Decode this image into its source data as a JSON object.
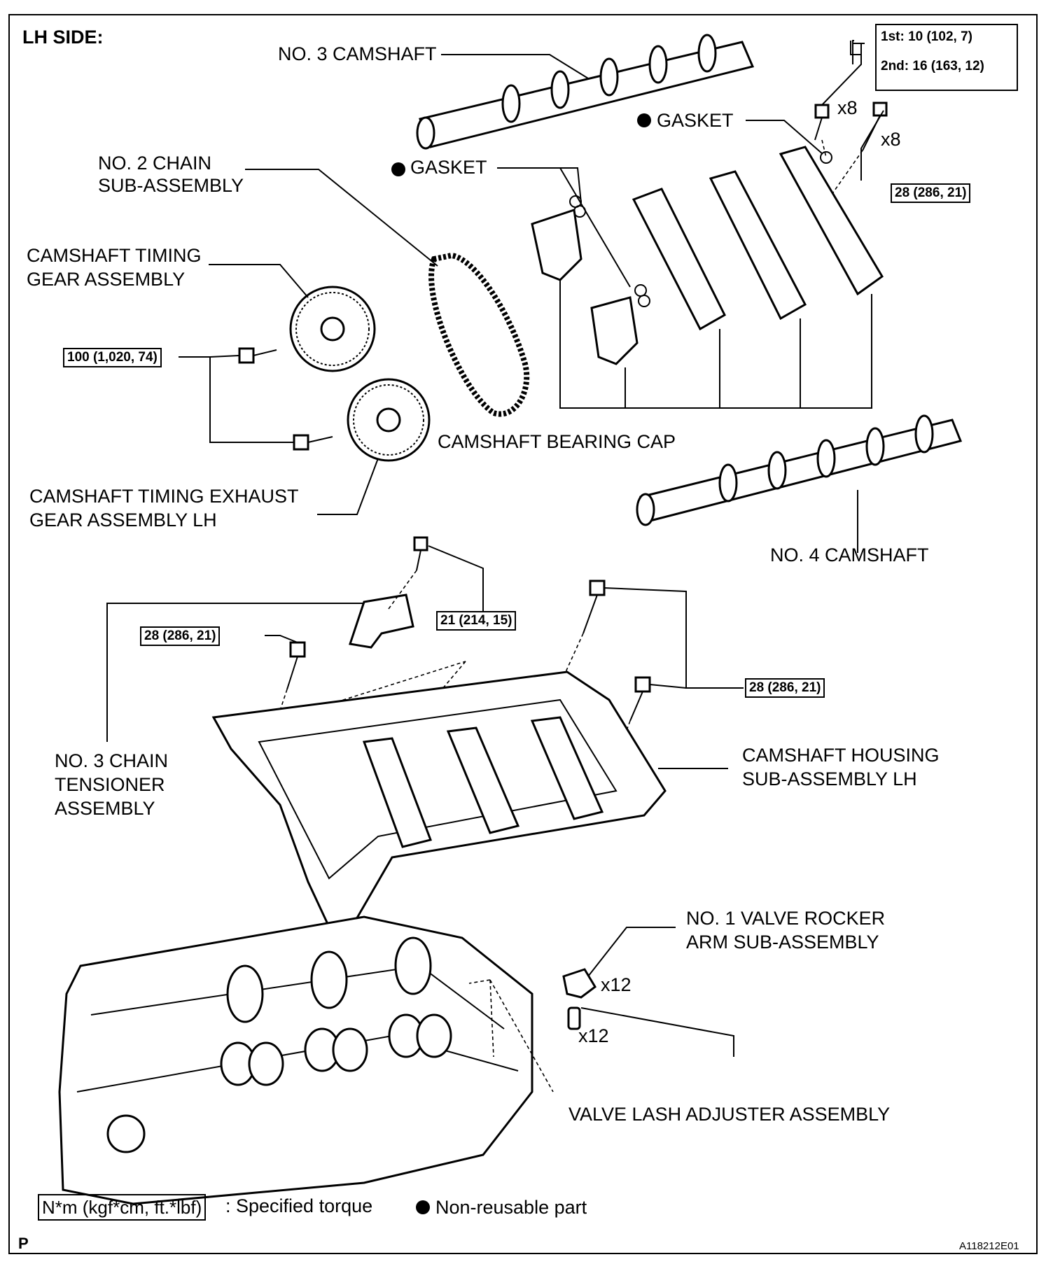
{
  "header": {
    "side": "LH SIDE:"
  },
  "torque_spec_box": {
    "first": "1st: 10 (102, 7)",
    "second": "2nd: 16 (163, 12)"
  },
  "labels": {
    "no3_camshaft": "NO. 3 CAMSHAFT",
    "gasket_right": "GASKET",
    "gasket_left": "GASKET",
    "no2_chain_line1": "NO. 2 CHAIN",
    "no2_chain_line2": "SUB-ASSEMBLY",
    "timing_gear_line1": "CAMSHAFT TIMING",
    "timing_gear_line2": "GEAR ASSEMBLY",
    "bearing_cap": "CAMSHAFT BEARING CAP",
    "exhaust_gear_line1": "CAMSHAFT TIMING EXHAUST",
    "exhaust_gear_line2": "GEAR ASSEMBLY LH",
    "no4_camshaft": "NO. 4 CAMSHAFT",
    "tensioner_line1": "NO. 3 CHAIN",
    "tensioner_line2": "TENSIONER",
    "tensioner_line3": "ASSEMBLY",
    "housing_line1": "CAMSHAFT HOUSING",
    "housing_line2": "SUB-ASSEMBLY LH",
    "rocker_line1": "NO. 1 VALVE ROCKER",
    "rocker_line2": "ARM SUB-ASSEMBLY",
    "lash_adjuster": "VALVE LASH ADJUSTER ASSEMBLY"
  },
  "quantities": {
    "bolt_a": "x8",
    "bolt_b": "x8",
    "rocker": "x12",
    "lash": "x12"
  },
  "torques": {
    "cap_bolt": "28 (286, 21)",
    "gear_bolt": "100 (1,020, 74)",
    "tensioner_bolt": "21 (214, 15)",
    "housing_left": "28 (286, 21)",
    "housing_right": "28 (286, 21)"
  },
  "legend": {
    "torque_sample": "N*m (kgf*cm, ft.*lbf)",
    "torque_desc": ": Specified torque",
    "nonreusable": "Non-reusable part"
  },
  "footer": {
    "page_mark": "P",
    "figure_code": "A118212E01"
  }
}
